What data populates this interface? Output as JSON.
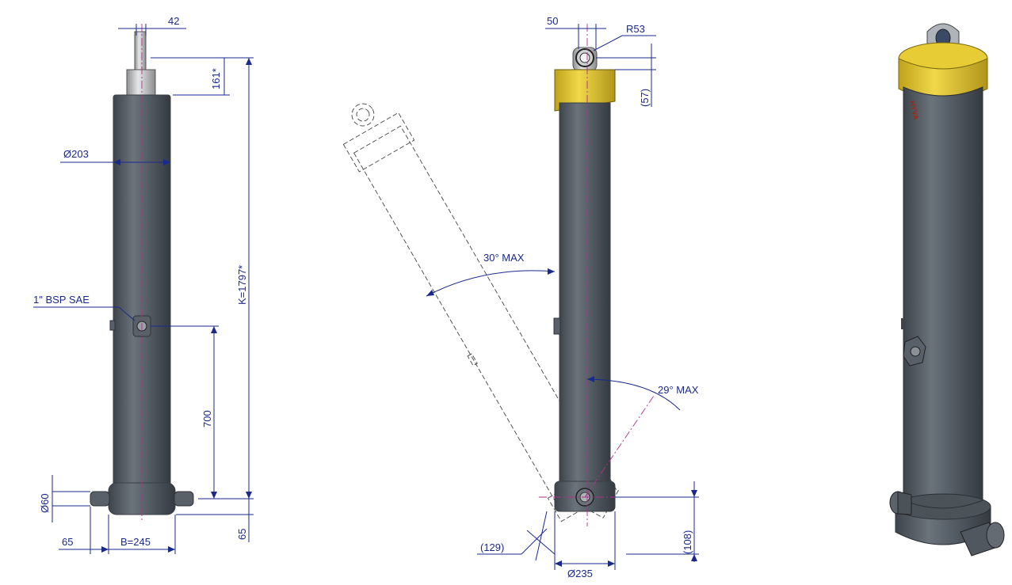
{
  "labels": {
    "rod_diameter": "42",
    "stroke_top": "161*",
    "body_diameter": "Ø203",
    "port": "1\" BSP SAE",
    "closed_length": "K=1797*",
    "port_height": "700",
    "pin_diameter": "Ø60",
    "bottom_offset": "65",
    "side_offset": "65",
    "bearing_width": "B=245",
    "eye_width": "50",
    "eye_radius": "R53",
    "eye_height": "(57)",
    "tilt_forward": "30° MAX",
    "tilt_back": "29° MAX",
    "base_length": "(129)",
    "base_diameter": "Ø235",
    "base_height": "(108)"
  },
  "colors": {
    "dimension": "#1a2a8c",
    "centerline": "#b0308e",
    "cylinder": "#4e555c",
    "collar": "#d8c030"
  },
  "brand_mark": "HYVA"
}
